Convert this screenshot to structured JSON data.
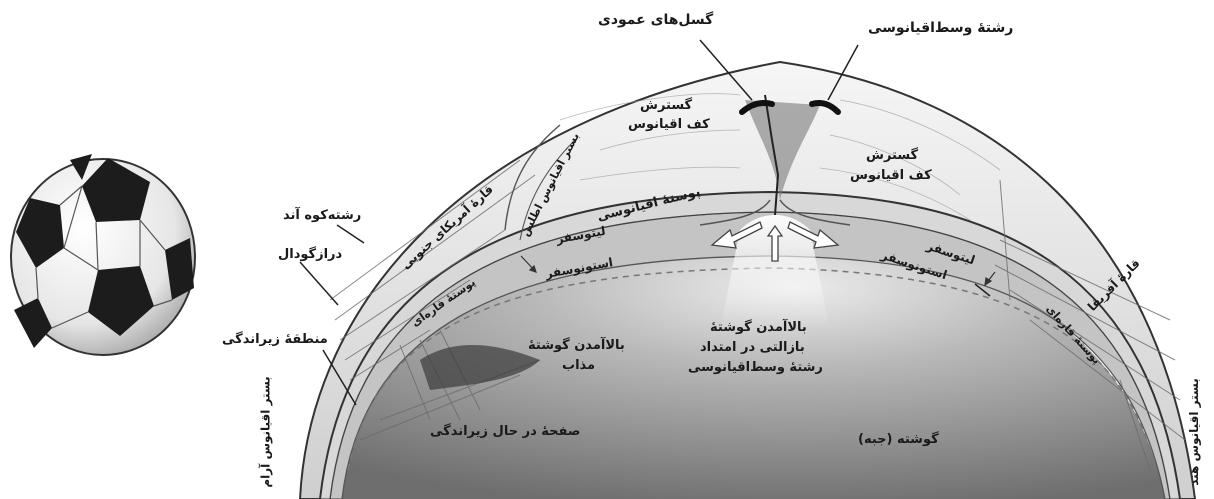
{
  "labels": {
    "vertical_faults": "گسل‌های عمودی",
    "mid_ocean_ridge": "رشتهٔ وسط‌اقیانوسی",
    "seafloor_spreading_left_1": "گسترش",
    "seafloor_spreading_left_2": "کف اقیانوس",
    "seafloor_spreading_right_1": "گسترش",
    "seafloor_spreading_right_2": "کف اقیانوس",
    "andes_range": "رشته‌کوه آند",
    "trench": "درازگودال",
    "subduction_zone": "منطقهٔ زیراندگی",
    "pacific_floor": "بستر اقیانوس آرام",
    "indian_floor": "بستر اقیانوس هند",
    "south_america": "قارهٔ آمریکای جنوبی",
    "atlantic_floor": "بستر اقیانوس اطلس",
    "oceanic_crust": "پوستهٔ اقیانوسی",
    "continental_crust_left": "پوستهٔ قاره‌ای",
    "lithosphere_left": "لیتوسفر",
    "asthenosphere_left": "استونوسفر",
    "lithosphere_right": "لیتوسفر",
    "asthenosphere_right": "استونوسفر",
    "africa": "قارهٔ آفریقا",
    "continental_crust_right": "پوستهٔ قاره‌ای",
    "magma_rise_1": "بالاآمدن گوشتهٔ",
    "magma_rise_2": "مذاب",
    "basalt_rise_1": "بالاآمدن گوشتهٔ",
    "basalt_rise_2": "بازالتی در امتداد",
    "basalt_rise_3": "رشتهٔ وسط‌اقیانوسی",
    "subducting_plate": "صفحهٔ در حال زیراندگی",
    "mantle": "گوشته (جبه)"
  }
}
